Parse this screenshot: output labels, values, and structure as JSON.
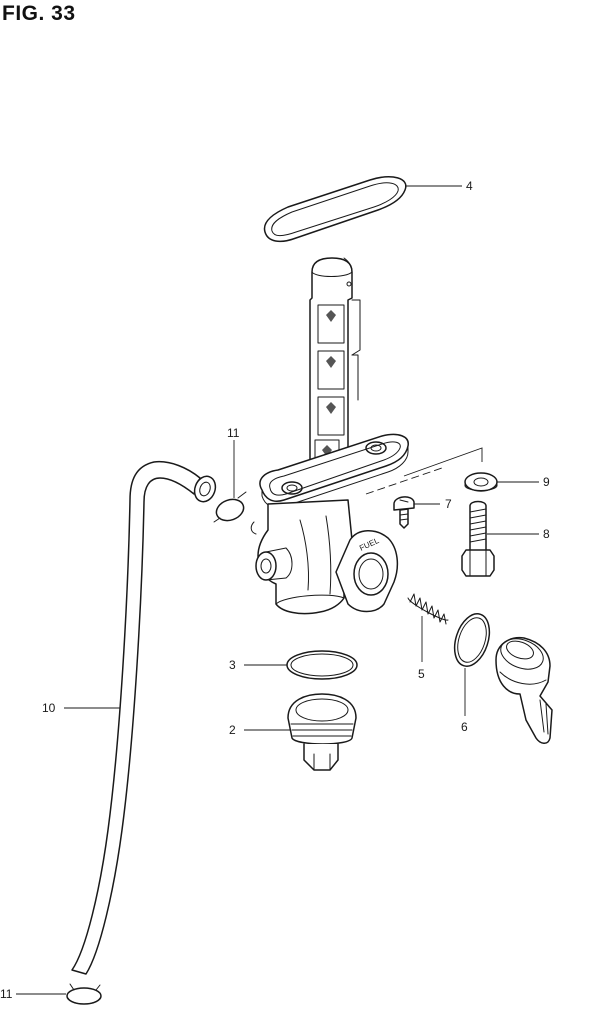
{
  "figure": {
    "title": "FIG. 33"
  },
  "callouts": {
    "p4": "4",
    "p9": "9",
    "p7": "7",
    "p8": "8",
    "p11a": "11",
    "p3": "3",
    "p2": "2",
    "p5": "5",
    "p6": "6",
    "p10": "10",
    "p11b": "11"
  },
  "body_label": "FUEL"
}
